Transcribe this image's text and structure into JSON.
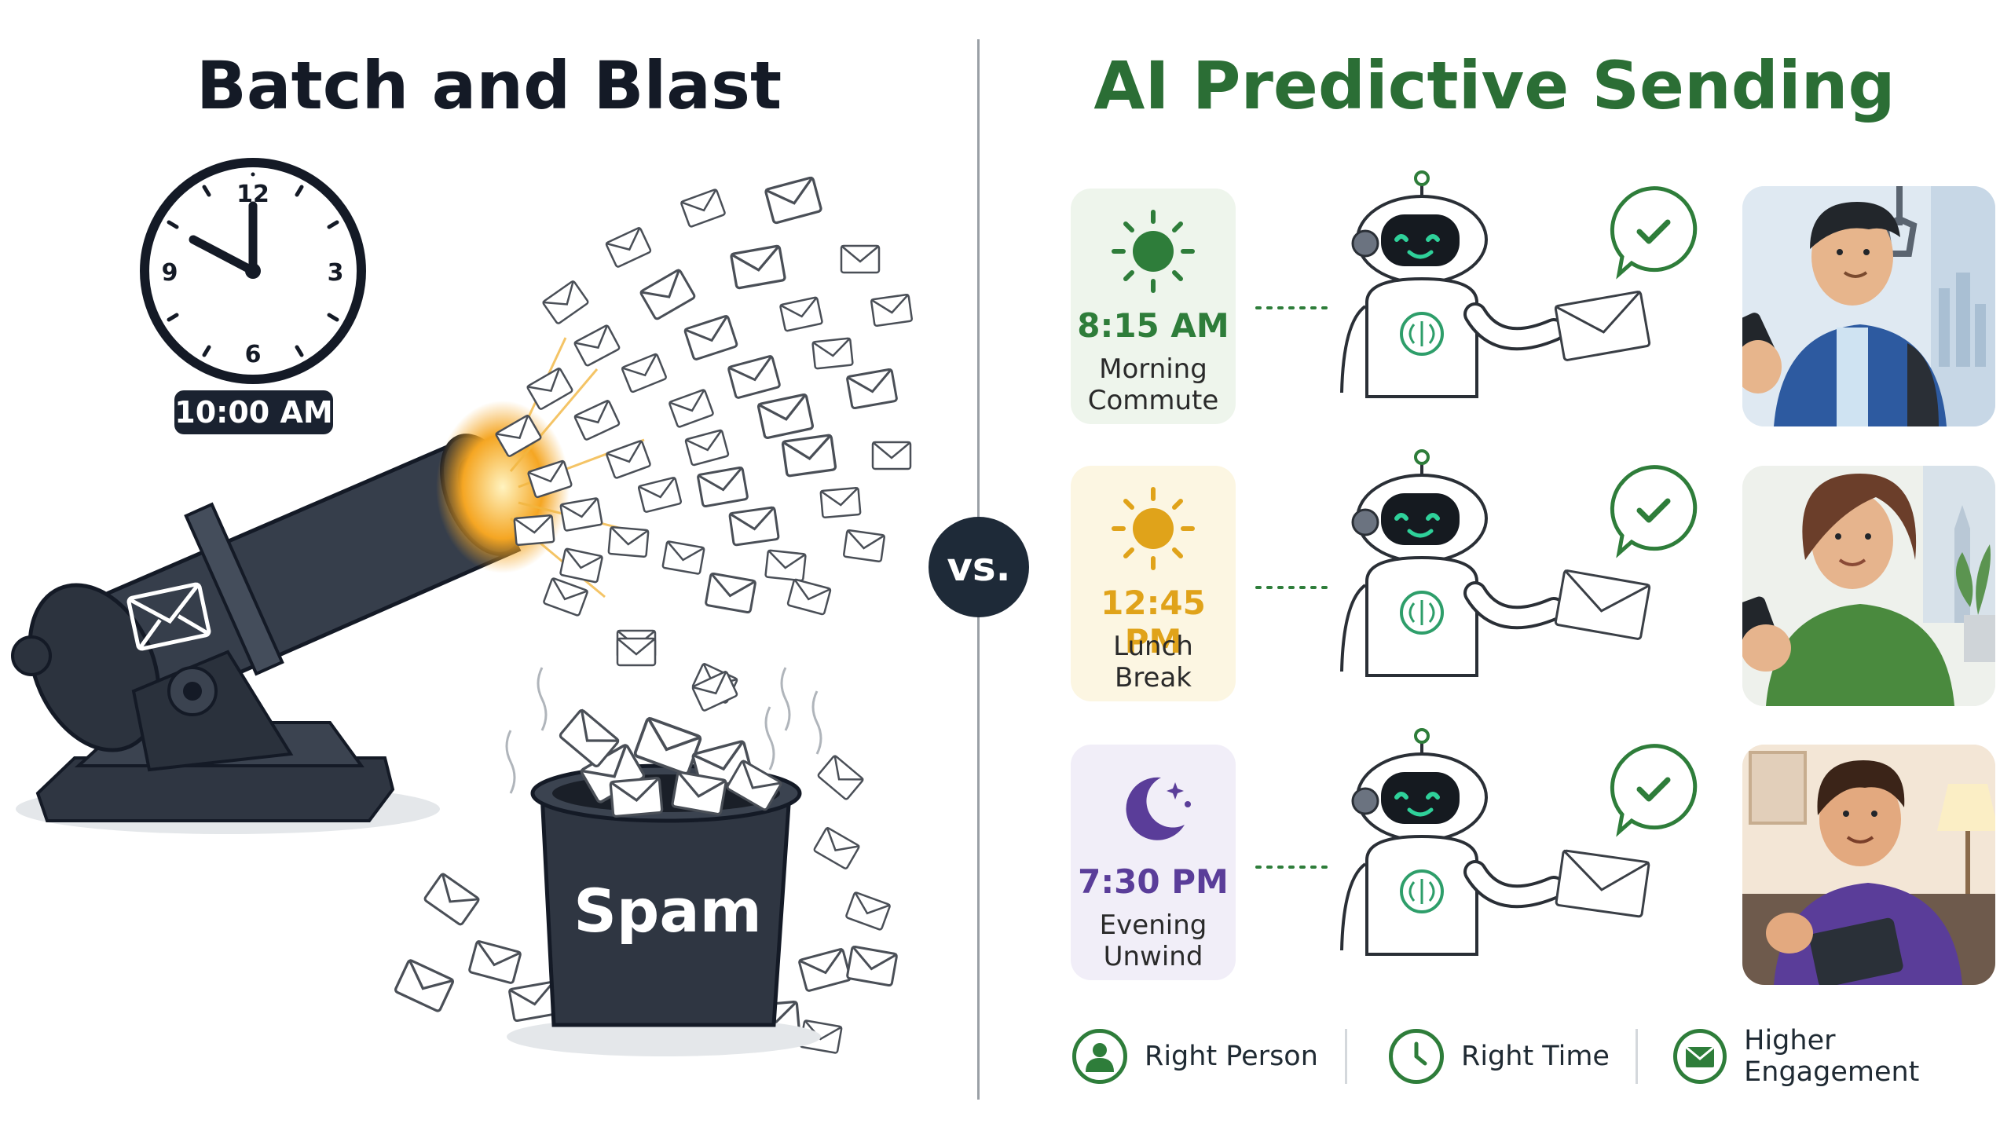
{
  "left": {
    "title": "Batch and Blast",
    "clock_numbers": [
      "12",
      "3",
      "6",
      "9"
    ],
    "clock_time": "10:00 AM",
    "trash_label": "Spam"
  },
  "vs_label": "vs.",
  "right": {
    "title": "AI Predictive Sending",
    "slots": [
      {
        "time": "8:15 AM",
        "line1": "Morning",
        "line2": "Commute",
        "icon": "sun-icon",
        "color": "#2e7d3a",
        "bg": "#eef5ec"
      },
      {
        "time": "12:45 PM",
        "line1": "Lunch",
        "line2": "Break",
        "icon": "sun-icon",
        "color": "#e0a31a",
        "bg": "#fcf6e2"
      },
      {
        "time": "7:30 PM",
        "line1": "Evening",
        "line2": "Unwind",
        "icon": "moon-icon",
        "color": "#5a3d99",
        "bg": "#f1eef8"
      }
    ],
    "benefits": [
      {
        "label": "Right Person",
        "icon": "person-icon"
      },
      {
        "label": "Right Time",
        "icon": "clock-icon"
      },
      {
        "label": "Higher Engagement",
        "icon": "envelope-icon"
      }
    ]
  },
  "colors": {
    "dark": "#141a26",
    "green": "#2b6e35",
    "cannon": "#2f3642"
  }
}
